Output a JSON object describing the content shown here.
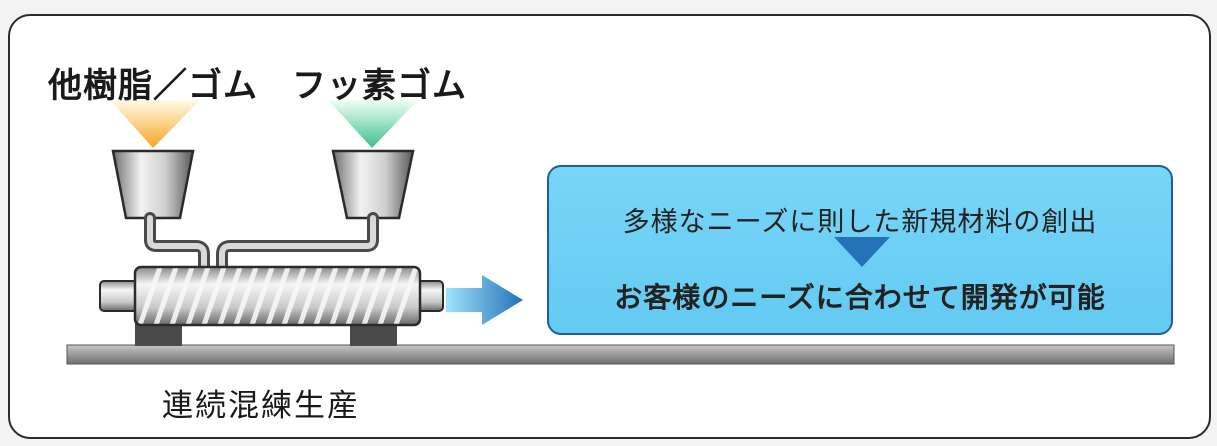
{
  "inputs": {
    "left_label": "他樹脂／ゴム",
    "right_label": "フッ素ゴム"
  },
  "process_label": "連続混練生産",
  "callout": {
    "line1": "多様なニーズに則した新規材料の創出",
    "line2": "お客様のニーズに合わせて開発が可能"
  },
  "colors": {
    "left_funnel": "#f5a623",
    "right_funnel": "#3dbf8a",
    "callout_fill": "#6ccdf4",
    "callout_border": "#1e5f9a",
    "arrow": "#2472b8"
  }
}
